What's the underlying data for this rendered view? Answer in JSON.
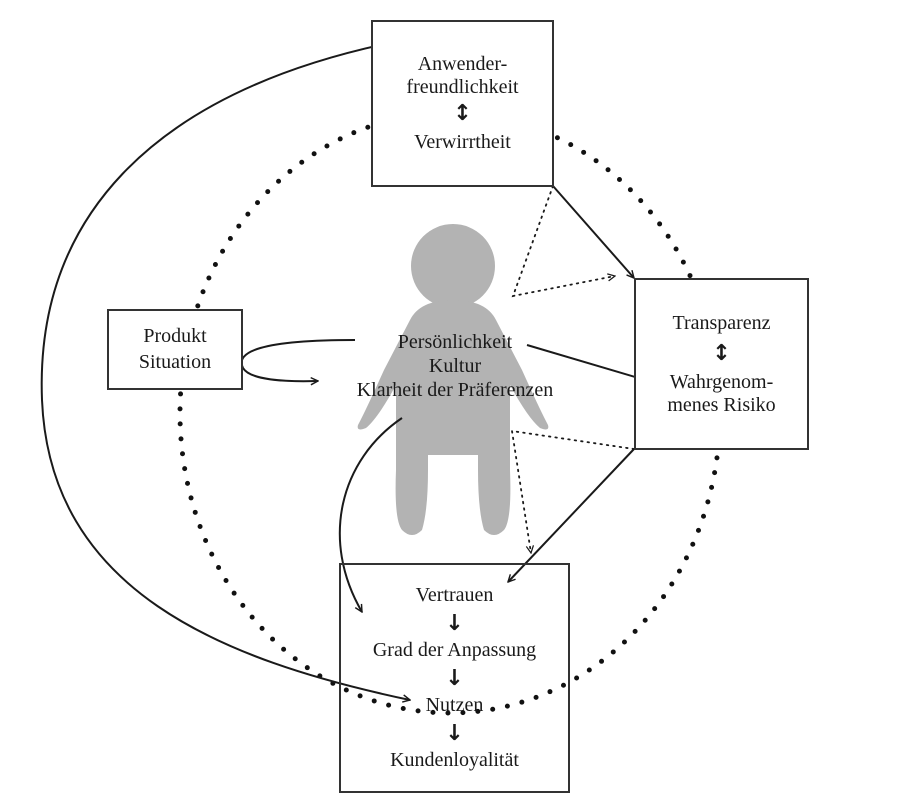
{
  "diagram": {
    "top_box": {
      "lines": [
        "Anwender-",
        "freundlichkeit"
      ],
      "connector": "↕",
      "bottom": "Verwirrtheit"
    },
    "left_box": {
      "lines": [
        "Produkt",
        "Situation"
      ]
    },
    "right_box": {
      "top": "Transparenz",
      "connector": "↕",
      "lines": [
        "Wahrgenom-",
        "menes Risiko"
      ]
    },
    "bottom_box": {
      "steps": [
        "Vertrauen",
        "Grad der Anpassung",
        "Nutzen",
        "Kundenloyalität"
      ],
      "connector": "↓"
    },
    "center": {
      "lines": [
        "Persönlichkeit",
        "Kultur",
        "Klarheit der Präferenzen"
      ],
      "figure": "person-silhouette-icon"
    },
    "colors": {
      "line": "#1a1a1a",
      "figure": "#b3b3b3",
      "box_border": "#333333"
    }
  }
}
